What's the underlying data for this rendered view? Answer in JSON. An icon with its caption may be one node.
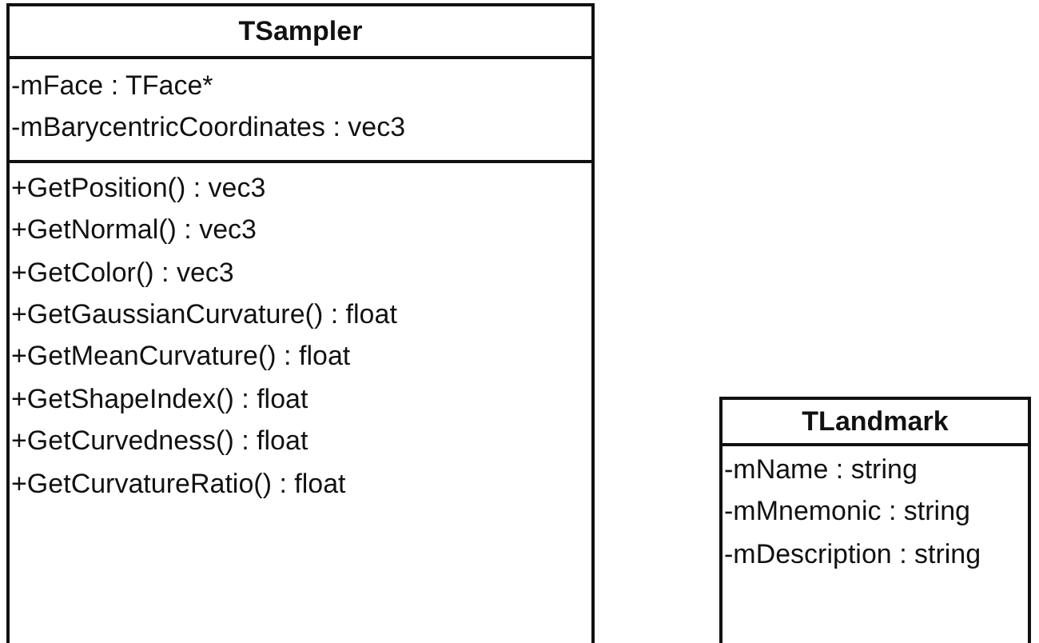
{
  "diagram": {
    "nodes": [
      {
        "text": [
          "TSampler"
        ]
      },
      {
        "text": [
          "-mFace : TFace*",
          "-mBarycentricCoordinates : vec3"
        ],
        "in": 0
      },
      {
        "text": [
          "+GetPosition() : vec3",
          "+GetNormal() : vec3",
          "+GetColor() : vec3",
          "+GetGaussianCurvature() : float",
          "+GetMeanCurvature() : float",
          "+GetShapeIndex() : float",
          "+GetCurvedness() : float",
          "+GetCurvatureRatio() : float"
        ],
        "in": 0
      },
      {
        "text": [
          "TLandmark"
        ]
      },
      {
        "text": [
          "-mName : string",
          "-mMnemonic : string",
          "-mDescription : string"
        ],
        "in": 3
      }
    ]
  }
}
